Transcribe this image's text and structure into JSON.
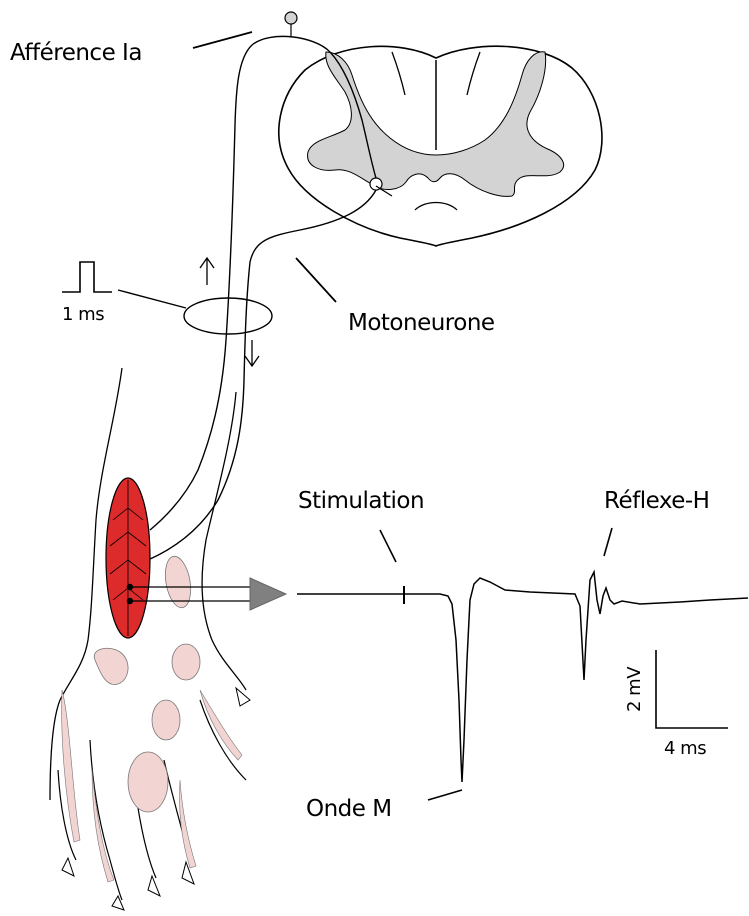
{
  "labels": {
    "afference": "Afférence Ia",
    "motoneurone": "Motoneurone",
    "stimulus_duration": "1 ms",
    "stimulation": "Stimulation",
    "reflexe_h": "Réflexe-H",
    "onde_m": "Onde M",
    "scale_voltage": "2 mV",
    "scale_time": "4 ms"
  },
  "colors": {
    "muscle": "#dd2a2a",
    "grey_matter": "#d3d3d3",
    "paw_pads": "#f2d4d2",
    "arrow": "#808080"
  }
}
